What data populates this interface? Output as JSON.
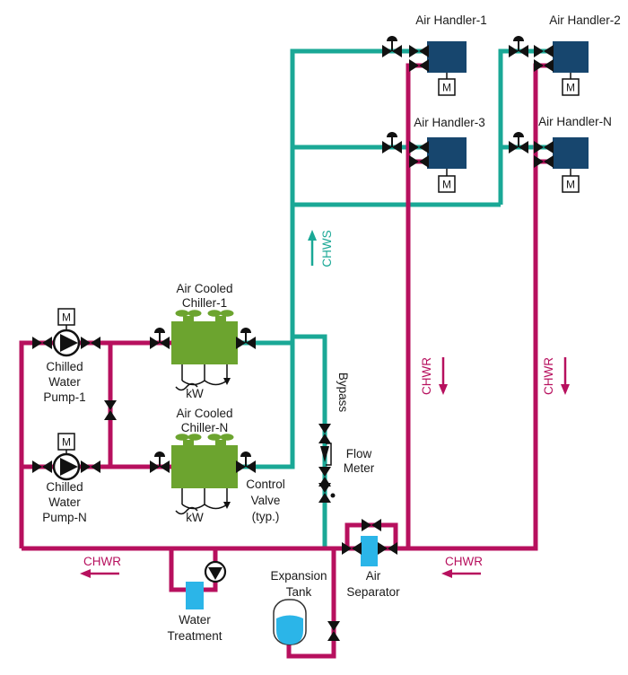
{
  "colors": {
    "chws_supply": "#1AA896",
    "chwr_return": "#B7105E",
    "air_handler_box": "#17466E",
    "chiller_box": "#6CA42F",
    "accessory_cyan": "#2BB5E8"
  },
  "air_handlers": [
    {
      "label": "Air Handler-1"
    },
    {
      "label": "Air Handler-2"
    },
    {
      "label": "Air Handler-3"
    },
    {
      "label": "Air Handler-N"
    }
  ],
  "chillers": [
    {
      "line1": "Air Cooled",
      "line2": "Chiller-1",
      "power": "kW"
    },
    {
      "line1": "Air Cooled",
      "line2": "Chiller-N",
      "power": "kW"
    }
  ],
  "pumps": [
    {
      "line1": "Chilled",
      "line2": "Water",
      "line3": "Pump-1"
    },
    {
      "line1": "Chilled",
      "line2": "Water",
      "line3": "Pump-N"
    }
  ],
  "motor_label": "M",
  "flow_labels": {
    "supply": "CHWS",
    "return": "CHWR",
    "bypass": "Bypass"
  },
  "annotations": {
    "control_valve": {
      "line1": "Control",
      "line2": "Valve",
      "line3": "(typ.)"
    },
    "flow_meter": {
      "line1": "Flow",
      "line2": "Meter"
    },
    "water_treatment": {
      "line1": "Water",
      "line2": "Treatment"
    },
    "expansion_tank": {
      "line1": "Expansion",
      "line2": "Tank"
    },
    "air_separator": {
      "line1": "Air",
      "line2": "Separator"
    }
  }
}
